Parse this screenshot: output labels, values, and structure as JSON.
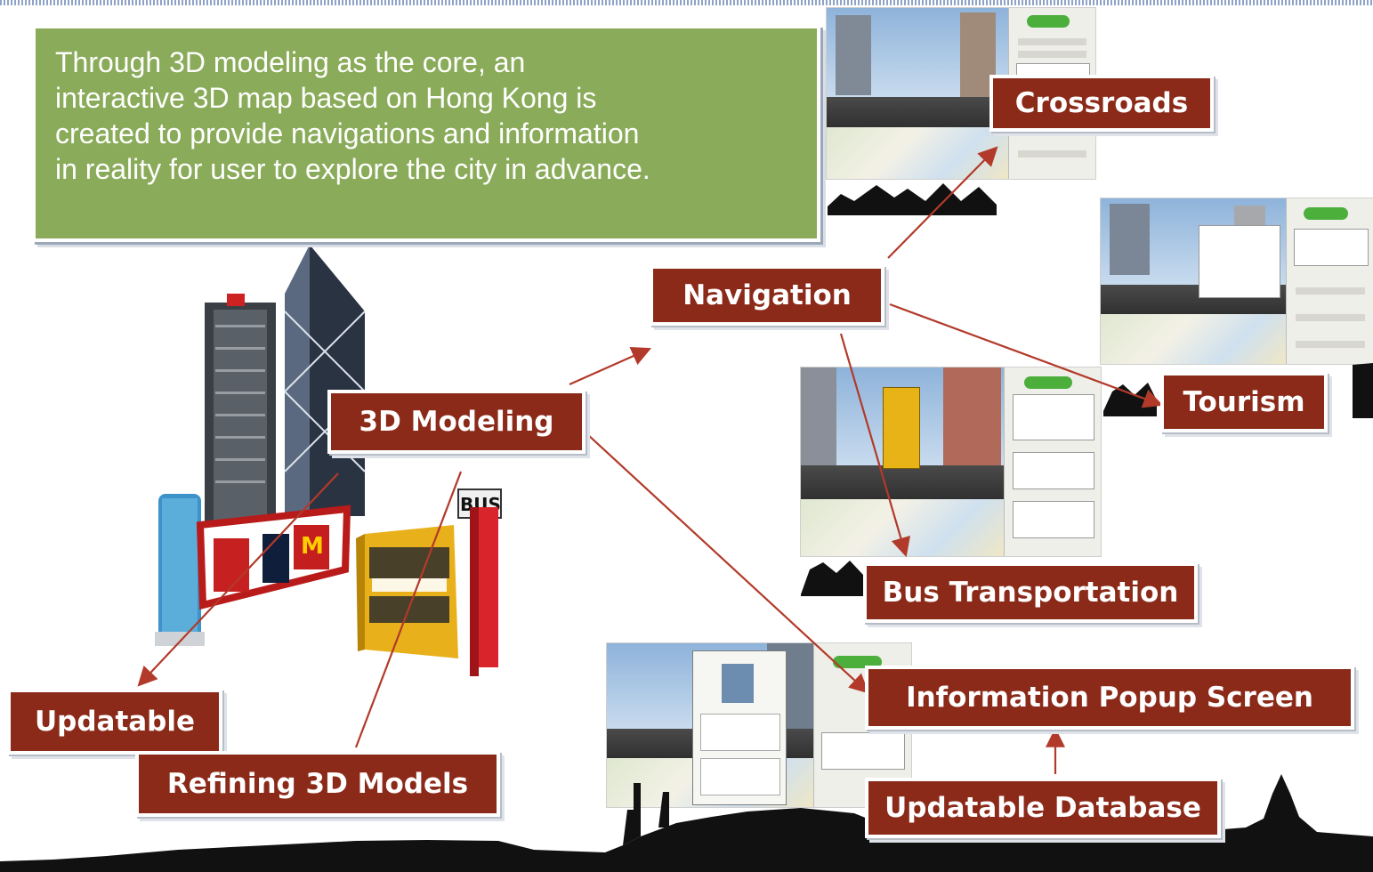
{
  "intro": {
    "lines": [
      "Through 3D modeling as the core, an",
      "interactive 3D map based on Hong Kong is",
      "created to provide navigations and information",
      "in reality for user to explore the city in advance."
    ]
  },
  "labels": {
    "crossroads": "Crossroads",
    "navigation": "Navigation",
    "tourism": "Tourism",
    "modeling": "3D Modeling",
    "bus": "Bus Transportation",
    "updatable": "Updatable",
    "info_popup": "Information Popup Screen",
    "refining": "Refining 3D Models",
    "database": "Updatable Database"
  },
  "colors": {
    "label_bg": "#8b2a19",
    "intro_bg": "#8aab59",
    "arrow": "#b23a2a"
  },
  "icons": [
    "bank-tower-model",
    "boc-tower-model",
    "billboard-model",
    "double-decker-bus-model",
    "bus-stop-sign-model",
    "skyline-silhouette"
  ]
}
